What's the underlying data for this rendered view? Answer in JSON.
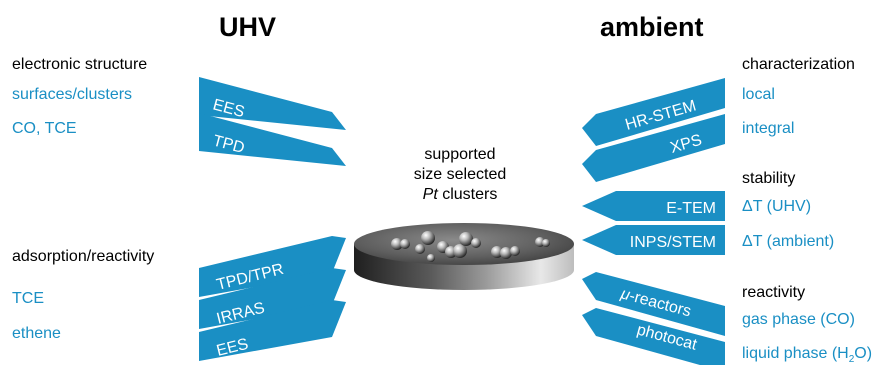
{
  "left": {
    "header": "UHV",
    "groups": [
      {
        "title": "electronic structure",
        "items": [
          "surfaces/clusters",
          "CO, TCE"
        ],
        "arrows": [
          "EES",
          "TPD"
        ]
      },
      {
        "title": "adsorption/reactivity",
        "items": [
          "TCE",
          "ethene"
        ],
        "arrows": [
          "TPD/TPR",
          "IRRAS",
          "EES"
        ]
      }
    ]
  },
  "right": {
    "header": "ambient",
    "groups": [
      {
        "title": "characterization",
        "items": [
          "local",
          "integral"
        ],
        "arrows": [
          "HR-STEM",
          "XPS"
        ]
      },
      {
        "title": "stability",
        "items": [
          "ΔT (UHV)",
          "ΔT (ambient)"
        ],
        "arrows": [
          "E-TEM",
          "INPS/STEM"
        ]
      },
      {
        "title": "reactivity",
        "items": [
          "gas phase (CO)",
          "liquid phase (H2O)"
        ],
        "arrows": [
          "μ-reactors",
          "photocat"
        ]
      }
    ]
  },
  "center": {
    "line1": "supported",
    "line2": "size selected",
    "line3_italic": "Pt",
    "line3_rest": " clusters"
  },
  "colors": {
    "arrow": "#1a8fc4",
    "accent_text": "#1a8fc4"
  }
}
